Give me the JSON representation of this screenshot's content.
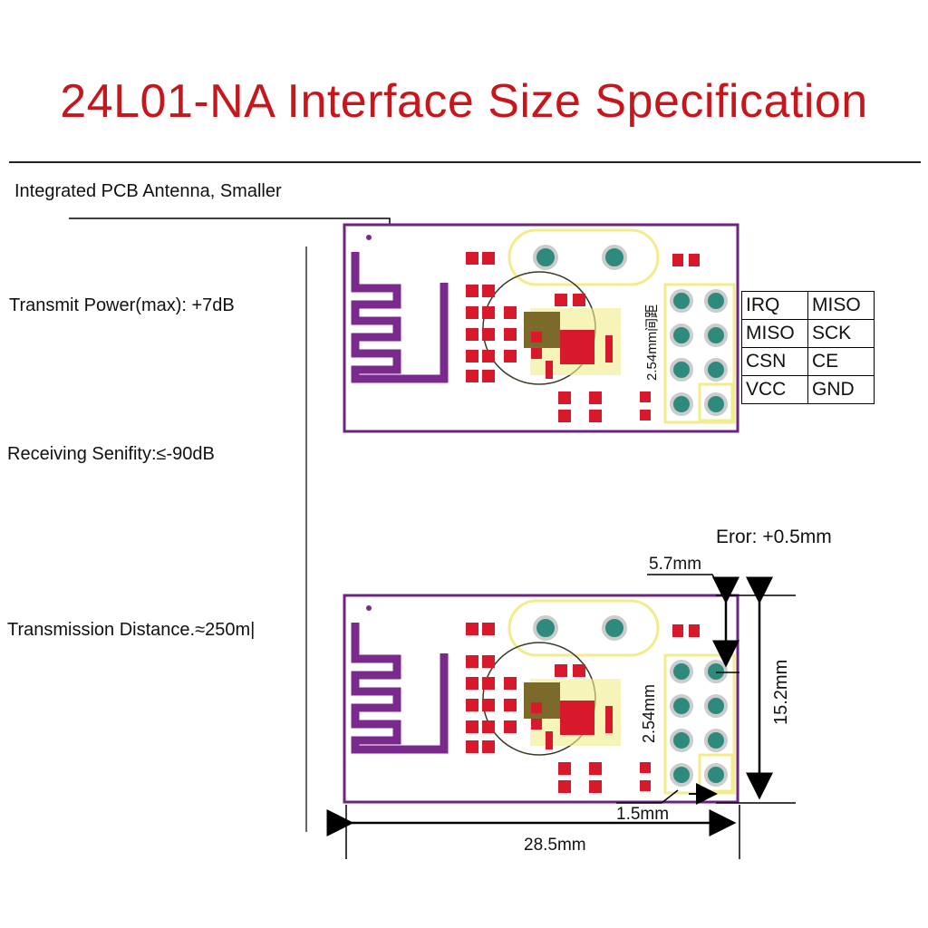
{
  "title": "24L01-NA Interface Size Specification",
  "specs": {
    "antenna": "Integrated PCB Antenna, Smaller",
    "transmit_power": "Transmit Power(max): +7dB",
    "receiving_sensitivity": "Receiving Senifity:≤-90dB",
    "transmission_distance": "Transmission Distance.≈250m|"
  },
  "top_module": {
    "pitch_label": "2.54mm间距",
    "pinout": [
      [
        "IRQ",
        "MISO"
      ],
      [
        "MISO",
        "SCK"
      ],
      [
        "CSN",
        "CE"
      ],
      [
        "VCC",
        "GND"
      ]
    ]
  },
  "bottom_module": {
    "error_label": "Eror: +0.5mm",
    "dim_5_7": "5.7mm",
    "dim_pitch": "2.54mm",
    "dim_height": "15.2mm",
    "dim_1_5": "1.5mm",
    "dim_width": "28.5mm"
  },
  "colors": {
    "title": "#c8161d",
    "board_outline": "#6b2580",
    "trace": "#7a2a8c",
    "pad": "#d8182b",
    "silkscreen": "#f2ec8a"
  }
}
